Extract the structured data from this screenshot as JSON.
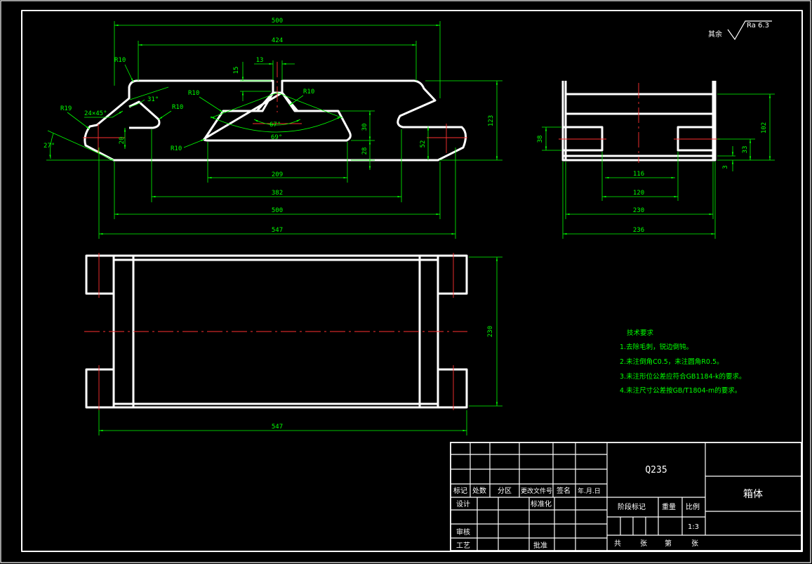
{
  "front_view": {
    "dim_500_top": "500",
    "dim_424": "424",
    "dim_13": "13",
    "dim_15": "15",
    "dim_r10_a": "R10",
    "dim_r10_b": "R10",
    "dim_r10_c": "R10",
    "dim_r10_d": "R10",
    "dim_r10_e": "R10",
    "dim_r19": "R19",
    "dim_chamfer": "24×45°",
    "dim_31deg": "31°",
    "dim_27deg": "27°",
    "dim_67deg": "67°",
    "dim_69deg": "69°",
    "dim_20": "20",
    "dim_30": "30",
    "dim_28": "28",
    "dim_52": "52",
    "dim_123": "123",
    "dim_209": "209",
    "dim_382": "382",
    "dim_500_bottom": "500",
    "dim_547": "547"
  },
  "side_view": {
    "roughness_label": "其余",
    "roughness_value": "Ra 6.3",
    "dim_38": "38",
    "dim_102": "102",
    "dim_33": "33",
    "dim_3": "3",
    "dim_116": "116",
    "dim_120": "120",
    "dim_230": "230",
    "dim_236": "236"
  },
  "top_view": {
    "dim_230": "230",
    "dim_547": "547"
  },
  "notes": {
    "heading": "技术要求",
    "items": [
      "1.去除毛刺，锐边倒钝。",
      "2.未注倒角C0.5，未注圆角R0.5。",
      "3.未注形位公差应符合GB1184-k的要求。",
      "4.未注尺寸公差按GB/T1804-m的要求。"
    ]
  },
  "title_block": {
    "material": "Q235",
    "part_name": "箱体",
    "rev_headers": [
      "标记",
      "处数",
      "分区",
      "更改文件号",
      "签名",
      "年.月.日"
    ],
    "design": "设计",
    "standardize": "标准化",
    "review": "审核",
    "process": "工艺",
    "approve": "批准",
    "stage_mark": "阶段标记",
    "weight": "重量",
    "scale": "比例",
    "scale_value": "1:3",
    "sheets_total": "共",
    "sheets_unit": "张",
    "sheet_no": "第",
    "sheet_unit2": "张"
  },
  "colors": {
    "background": "#000000",
    "outline": "#ffffff",
    "dimension": "#00ff00",
    "centerline": "#ff3030"
  }
}
